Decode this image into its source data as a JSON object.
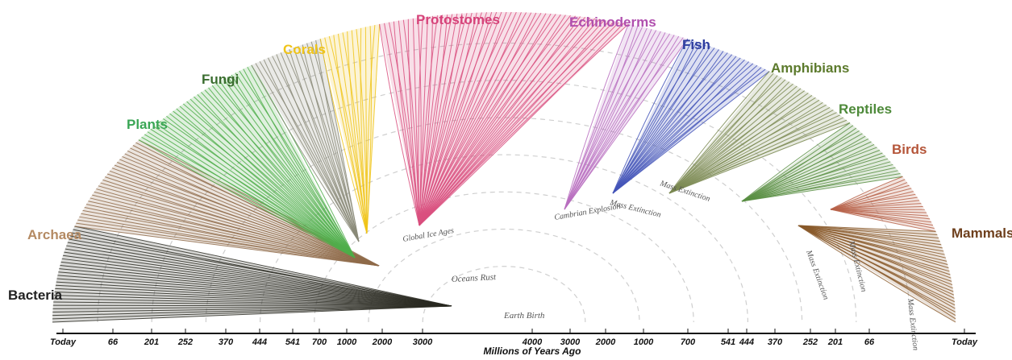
{
  "groups": [
    {
      "id": "bacteria",
      "label": "Bacteria",
      "color": "#222222",
      "fill": "#2a2a22",
      "a0": 0,
      "a1": 18
    },
    {
      "id": "archaea",
      "label": "Archaea",
      "color": "#b48a63",
      "fill": "#8f6b4a",
      "a0": 18,
      "a1": 36
    },
    {
      "id": "plants",
      "label": "Plants",
      "color": "#3aa655",
      "fill": "#4fae4a",
      "a0": 36,
      "a1": 56
    },
    {
      "id": "fungi",
      "label": "Fungi",
      "color": "#3a6d2f",
      "fill": "#8a8a78",
      "a0": 56,
      "a1": 66
    },
    {
      "id": "corals",
      "label": "Corals",
      "color": "#f0c419",
      "fill": "#f0c419",
      "a0": 66,
      "a1": 74
    },
    {
      "id": "protostomes",
      "label": "Protostomes",
      "color": "#d6437a",
      "fill": "#d9507f",
      "a0": 74,
      "a1": 106
    },
    {
      "id": "echinoderms",
      "label": "Echinoderms",
      "color": "#b04fae",
      "fill": "#b86fc0",
      "a0": 106,
      "a1": 114
    },
    {
      "id": "fish",
      "label": "Fish",
      "color": "#2c3c9f",
      "fill": "#4455b8",
      "a0": 114,
      "a1": 126
    },
    {
      "id": "amphibians",
      "label": "Amphibians",
      "color": "#5c7a2c",
      "fill": "#7b8a52",
      "a0": 126,
      "a1": 140
    },
    {
      "id": "reptiles",
      "label": "Reptiles",
      "color": "#4e8a3a",
      "fill": "#5b8f44",
      "a0": 140,
      "a1": 152
    },
    {
      "id": "birds",
      "label": "Birds",
      "color": "#b5563a",
      "fill": "#b7634a",
      "a0": 152,
      "a1": 163
    },
    {
      "id": "mammals",
      "label": "Mammals",
      "color": "#6e3f1c",
      "fill": "#8a5a2b",
      "a0": 163,
      "a1": 180
    }
  ],
  "events": [
    {
      "id": "earth-birth",
      "label": "Earth Birth"
    },
    {
      "id": "oceans-rust",
      "label": "Oceans Rust"
    },
    {
      "id": "global-ice-ages",
      "label": "Global Ice Ages"
    },
    {
      "id": "cambrian-explosion",
      "label": "Cambrian Explosion"
    },
    {
      "id": "mass-extinction-1",
      "label": "Mass Extinction"
    },
    {
      "id": "mass-extinction-2",
      "label": "Mass Extinction"
    },
    {
      "id": "mass-extinction-3",
      "label": "Mass Extinction"
    },
    {
      "id": "mass-extinction-4",
      "label": "Mass Extinction"
    },
    {
      "id": "mass-extinction-5",
      "label": "Mass Extinction"
    }
  ],
  "axis": {
    "title": "Millions of Years Ago",
    "left_ticks": [
      "Today",
      "66",
      "201",
      "252",
      "370",
      "444",
      "541",
      "700",
      "1000",
      "2000",
      "3000",
      "4000"
    ],
    "right_ticks": [
      "3000",
      "2000",
      "1000",
      "700",
      "541",
      "444",
      "370",
      "252",
      "201",
      "66",
      "Today"
    ]
  }
}
